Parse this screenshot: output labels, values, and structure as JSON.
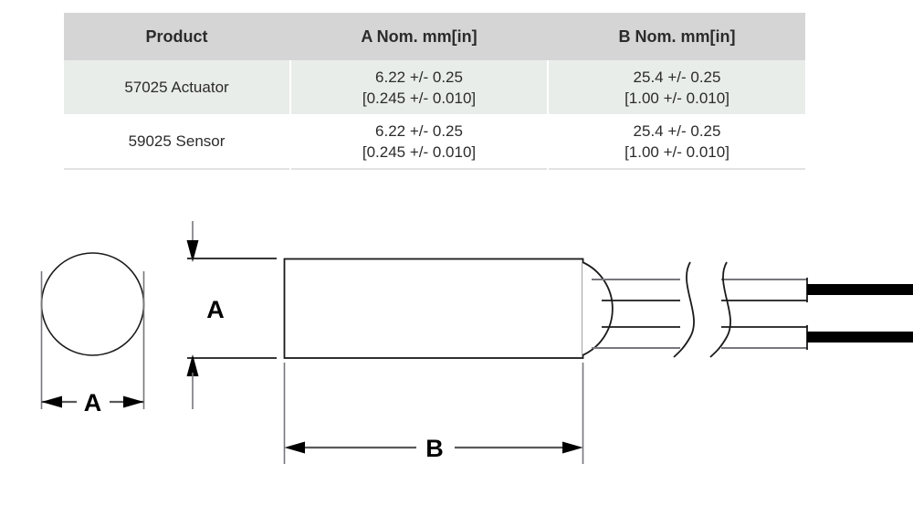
{
  "table": {
    "headers": [
      "Product",
      "A Nom. mm[in]",
      "B Nom. mm[in]"
    ],
    "rows": [
      {
        "product": "57025 Actuator",
        "a_mm": "6.22 +/- 0.25",
        "a_in": "[0.245 +/- 0.010]",
        "b_mm": "25.4 +/- 0.25",
        "b_in": "[1.00 +/- 0.010]"
      },
      {
        "product": "59025 Sensor",
        "a_mm": "6.22 +/- 0.25",
        "a_in": "[0.245 +/- 0.010]",
        "b_mm": "25.4 +/- 0.25",
        "b_in": "[1.00 +/- 0.010]"
      }
    ],
    "colors": {
      "header_bg": "#d5d5d6",
      "row_alt_bg": "#e9edea",
      "row_plain_bg": "#ffffff",
      "text": "#2b2b2b"
    }
  },
  "drawing": {
    "labels": {
      "diameter_a": "A",
      "height_a": "A",
      "length_b": "B"
    },
    "colors": {
      "outline": "#000000",
      "dimension_line": "#58595b",
      "wire_conductor": "#000000"
    }
  }
}
